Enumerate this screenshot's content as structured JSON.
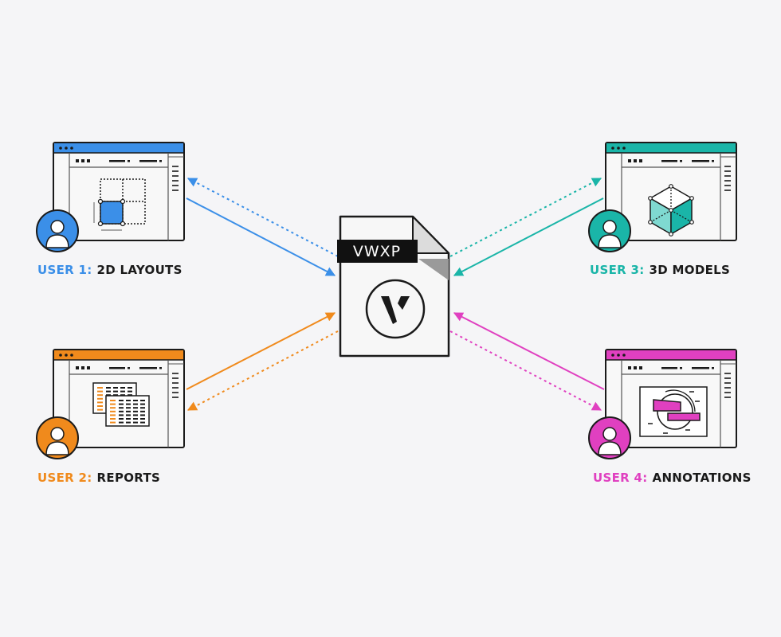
{
  "diagram": {
    "center_file": {
      "tag": "VWXP",
      "logo_letter": "V"
    },
    "users": [
      {
        "id": "user1",
        "prefix": "USER 1:",
        "title": "2D LAYOUTS",
        "color": "#3b8fe8",
        "content_icon": "2d-layout-icon",
        "position": "top-left"
      },
      {
        "id": "user2",
        "prefix": "USER 2:",
        "title": "REPORTS",
        "color": "#f08a1c",
        "content_icon": "reports-icon",
        "position": "bottom-left"
      },
      {
        "id": "user3",
        "prefix": "USER 3:",
        "title": "3D MODELS",
        "color": "#1ab5a8",
        "content_icon": "3d-cube-icon",
        "position": "top-right"
      },
      {
        "id": "user4",
        "prefix": "USER 4:",
        "title": "ANNOTATIONS",
        "color": "#e040c0",
        "content_icon": "annotations-icon",
        "position": "bottom-right"
      }
    ],
    "connections": [
      {
        "user": "user1",
        "solid": "to-file",
        "dotted": "to-user"
      },
      {
        "user": "user2",
        "solid": "to-file",
        "dotted": "to-user"
      },
      {
        "user": "user3",
        "solid": "to-file",
        "dotted": "to-user"
      },
      {
        "user": "user4",
        "solid": "to-file",
        "dotted": "to-user"
      }
    ]
  }
}
